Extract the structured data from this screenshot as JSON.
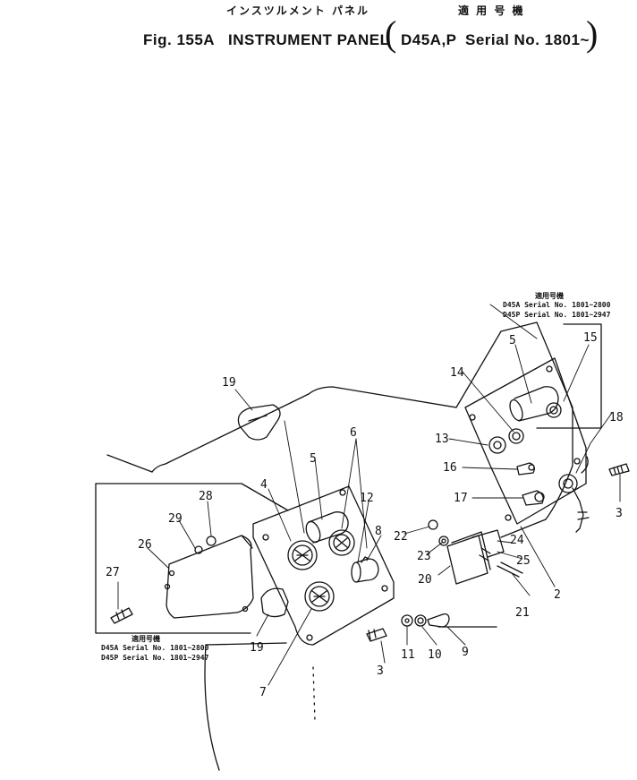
{
  "header": {
    "jp_title": "インスツルメント パネル",
    "jp_applicable": "適 用 号 機",
    "fig_label": "Fig. 155A",
    "title": "INSTRUMENT PANEL",
    "models": "D45A,P",
    "serial": "Serial No. 1801~"
  },
  "applicability_notes": [
    {
      "heading": "適用号機",
      "lines": [
        "D45A  Serial  No. 1801~2800",
        "D45P  Serial  No. 1801~2947"
      ]
    },
    {
      "heading": "適用号機",
      "lines": [
        "D45A  Serial  No. 1801~2800",
        "D45P  Serial  No. 1801~2947"
      ]
    }
  ],
  "part_labels": [
    "19",
    "5",
    "15",
    "14",
    "13",
    "18",
    "16",
    "17",
    "6",
    "4",
    "5",
    "12",
    "8",
    "28",
    "29",
    "26",
    "27",
    "22",
    "23",
    "24",
    "20",
    "25",
    "21",
    "3",
    "2",
    "19",
    "7",
    "11",
    "10",
    "9",
    "3"
  ]
}
